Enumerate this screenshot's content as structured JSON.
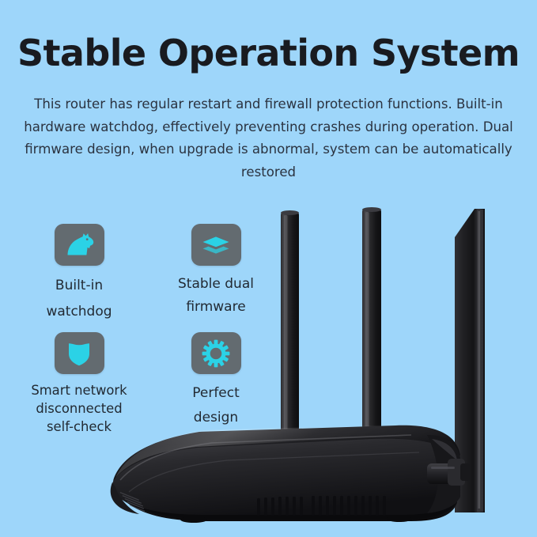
{
  "page": {
    "background_color": "#9ed6fa",
    "title": "Stable Operation System",
    "title_color": "#191b20",
    "body_text": "This router has regular restart and firewall protection functions. Built-in hardware watchdog, effectively preventing crashes during operation. Dual firmware design, when upgrade is abnormal, system can be automatically restored",
    "body_text_color": "#2b3340"
  },
  "theme": {
    "tile_color": "#636b70",
    "icon_color": "#2bd2e6",
    "product_color": "#1d1d1f"
  },
  "features": [
    {
      "icon": "dog-head-icon",
      "label": "Built-in\nwatchdog"
    },
    {
      "icon": "layers-icon",
      "label": "Stable dual\nfirmware"
    },
    {
      "icon": "shield-icon",
      "label": "Smart network\ndisconnected\nself-check"
    },
    {
      "icon": "gear-icon",
      "label": "Perfect\ndesign"
    }
  ],
  "product": {
    "name": "wireless-router",
    "antenna_count": 3,
    "body_style": "glossy black wedge"
  }
}
